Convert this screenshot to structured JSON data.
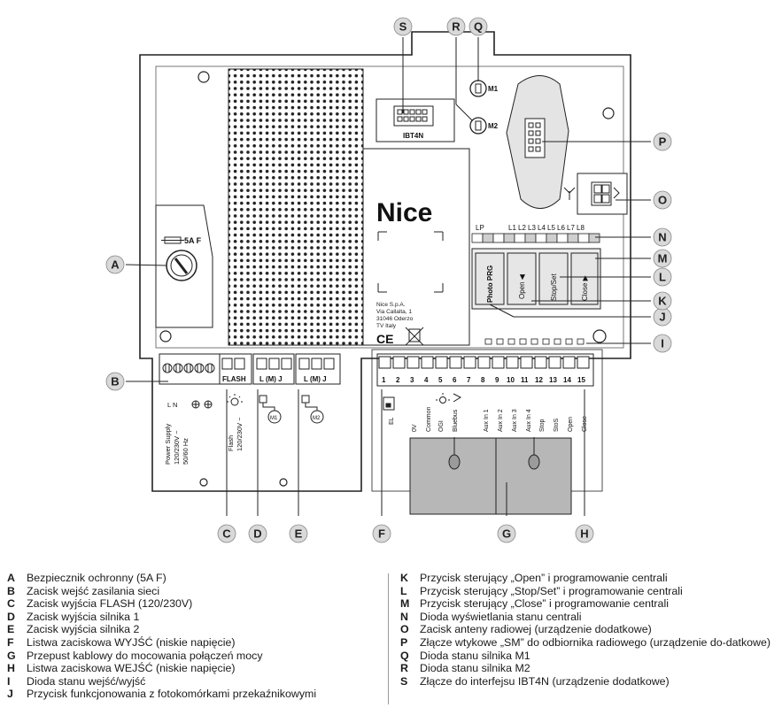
{
  "brand": "Nice",
  "address": [
    "Nice S.p.A.",
    "Via Callalta, 1",
    "31046 Oderzo",
    "TV Italy"
  ],
  "ce_mark": "CE",
  "fuse_rating": "5A F",
  "connector_ibt4n": "IBT4N",
  "motor_leds": [
    "M1",
    "M2"
  ],
  "led_bar": {
    "lp": "LP",
    "labels": [
      "L1",
      "L2",
      "L3",
      "L4",
      "L5",
      "L6",
      "L7",
      "L8"
    ]
  },
  "buttons": [
    "Photo PRG",
    "Open ◀",
    "Stop/Set",
    "Close ▶"
  ],
  "left_terminals": {
    "flash": "FLASH",
    "lm1": "L (M) J",
    "lm2": "L (M) J",
    "power_top": "L    N",
    "power_text": [
      "Power Supply",
      "120/230V ~",
      "50/60 Hz"
    ],
    "flash_text": [
      "Flash",
      "120/230V ~"
    ],
    "motor1": "M1",
    "motor2": "M2"
  },
  "right_terminals": {
    "numbers": [
      "1",
      "2",
      "3",
      "4",
      "5",
      "6",
      "7",
      "8",
      "9",
      "10",
      "11",
      "12",
      "13",
      "14",
      "15"
    ],
    "labels": [
      "EL",
      "0V",
      "Common",
      "OGI",
      "Bluebus",
      "Aux In 1",
      "Aux In 2",
      "Aux In 3",
      "Aux In 4",
      "Stop",
      "StoS",
      "Open",
      "Close"
    ]
  },
  "callouts": [
    "A",
    "B",
    "C",
    "D",
    "E",
    "F",
    "G",
    "H",
    "I",
    "J",
    "K",
    "L",
    "M",
    "N",
    "O",
    "P",
    "Q",
    "R",
    "S"
  ],
  "legend_left": [
    {
      "key": "A",
      "text": "Bezpiecznik ochronny (5A F)"
    },
    {
      "key": "B",
      "text": "Zacisk wejść zasilania sieci"
    },
    {
      "key": "C",
      "text": "Zacisk wyjścia FLASH (120/230V)"
    },
    {
      "key": "D",
      "text": "Zacisk wyjścia silnika 1"
    },
    {
      "key": "E",
      "text": "Zacisk wyjścia silnika 2"
    },
    {
      "key": "F",
      "text": "Listwa zaciskowa WYJŚĆ (niskie napięcie)"
    },
    {
      "key": "G",
      "text": "Przepust kablowy do mocowania połączeń mocy"
    },
    {
      "key": "H",
      "text": "Listwa zaciskowa WEJŚĆ (niskie napięcie)"
    },
    {
      "key": "I",
      "text": "Dioda stanu wejść/wyjść"
    },
    {
      "key": "J",
      "text": "Przycisk funkcjonowania z fotokomórkami przekaźnikowymi"
    }
  ],
  "legend_right": [
    {
      "key": "K",
      "text": "Przycisk sterujący „Open” i programowanie centrali"
    },
    {
      "key": "L",
      "text": "Przycisk sterujący „Stop/Set” i programowanie centrali"
    },
    {
      "key": "M",
      "text": "Przycisk sterujący „Close” i programowanie centrali"
    },
    {
      "key": "N",
      "text": "Dioda wyświetlania stanu centrali"
    },
    {
      "key": "O",
      "text": "Zacisk anteny radiowej (urządzenie dodatkowe)"
    },
    {
      "key": "P",
      "text": "Złącze wtykowe „SM” do odbiornika radiowego (urządzenie do-datkowe)"
    },
    {
      "key": "Q",
      "text": "Dioda stanu silnika M1"
    },
    {
      "key": "R",
      "text": "Dioda stanu silnika M2"
    },
    {
      "key": "S",
      "text": "Złącze do interfejsu IBT4N (urządzenie dodatkowe)"
    }
  ]
}
